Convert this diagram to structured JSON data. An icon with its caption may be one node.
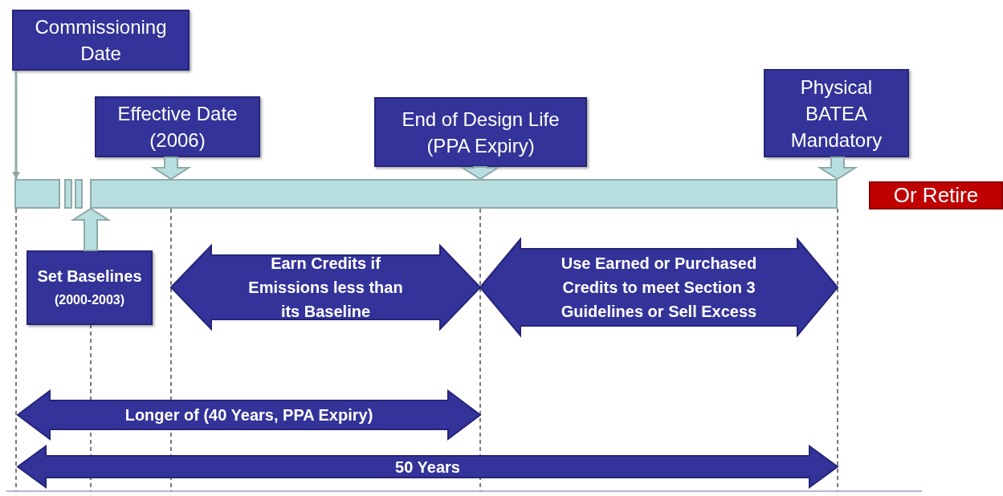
{
  "diagram": {
    "nodes": [
      {
        "text": [
          "Commissioning Date"
        ]
      },
      {
        "text": [
          "Effective Date (2006)"
        ]
      },
      {
        "text": [
          "End of Design Life (PPA Expiry)"
        ]
      },
      {
        "text": [
          "Physical BATEA Mandatory"
        ]
      },
      {
        "text": [
          "Or Retire"
        ]
      },
      {
        "text": [],
        "shape": "bar"
      },
      {
        "text": [
          "Set Baselines",
          "(2000-2003)"
        ]
      },
      {
        "text": [
          "Earn Credits if Emissions less than its Baseline"
        ]
      },
      {
        "text": [
          "Use Earned or Purchased Credits to meet  Section 3 Guidelines or Sell Excess"
        ]
      },
      {
        "text": [
          "Longer  of (40 Years, PPA Expiry)"
        ]
      },
      {
        "text": [
          "50 Years"
        ]
      }
    ],
    "edges": [
      {
        "from": 0,
        "to": 5,
        "arrow": "to",
        "color": "#8fa9a9"
      },
      {
        "from": 1,
        "to": 5,
        "arrow": "to",
        "style": "thick"
      },
      {
        "from": 2,
        "to": 5,
        "arrow": "to",
        "style": "thick"
      },
      {
        "from": 3,
        "to": 5,
        "arrow": "to",
        "style": "thick"
      },
      {
        "from": 6,
        "to": 5,
        "arrow": "to",
        "style": "thick"
      }
    ]
  }
}
